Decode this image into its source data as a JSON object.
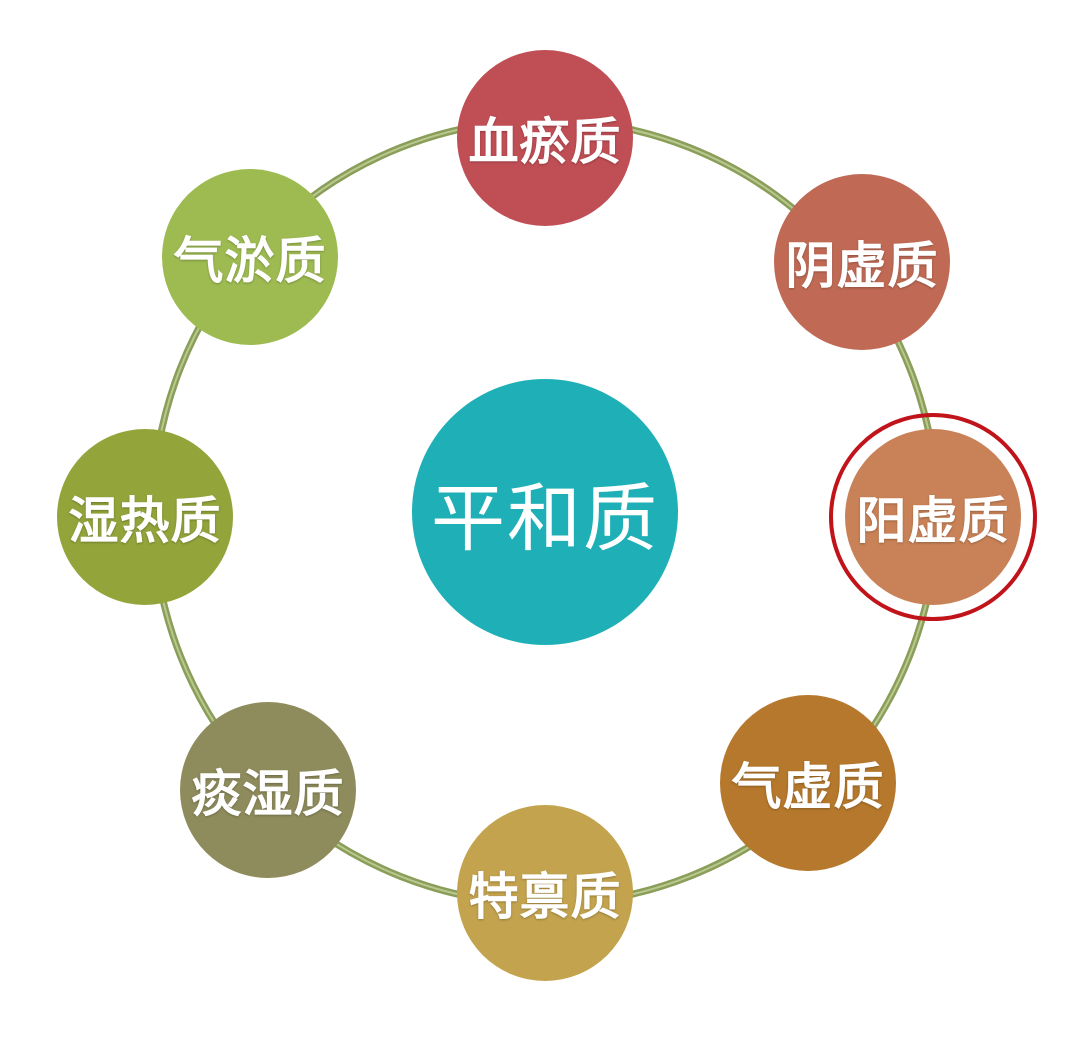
{
  "diagram": {
    "center": {
      "label": "平和质",
      "color": "#1eb0b6"
    },
    "nodes": [
      {
        "id": "xueyu",
        "label": "血瘀质",
        "color": "#c04e55"
      },
      {
        "id": "yinxu",
        "label": "阴虚质",
        "color": "#c06a55"
      },
      {
        "id": "yangxu",
        "label": "阳虚质",
        "color": "#c98257",
        "highlighted": true
      },
      {
        "id": "qixu",
        "label": "气虚质",
        "color": "#b5782c"
      },
      {
        "id": "tebing",
        "label": "特禀质",
        "color": "#c3a34e"
      },
      {
        "id": "tanshi",
        "label": "痰湿质",
        "color": "#8e8c5c"
      },
      {
        "id": "shire",
        "label": "湿热质",
        "color": "#93a43b"
      },
      {
        "id": "qiyu",
        "label": "气淤质",
        "color": "#9ebb52"
      }
    ],
    "ring_color": "#8a9e5a",
    "highlight_color": "#c0131a"
  }
}
